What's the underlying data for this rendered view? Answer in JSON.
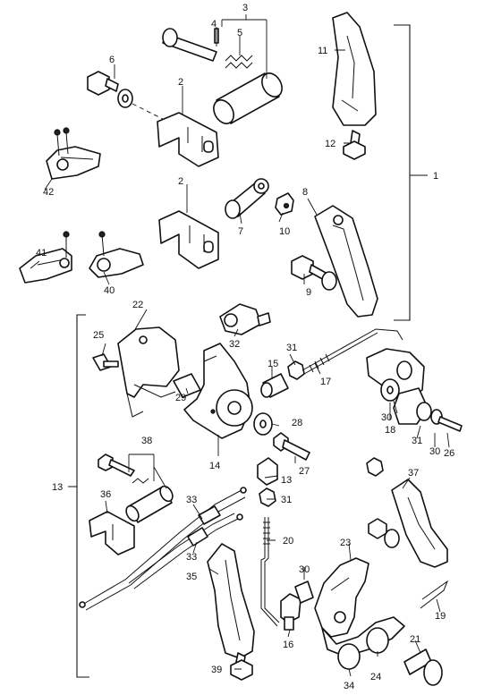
{
  "callouts": {
    "c1": "1",
    "c2a": "2",
    "c2b": "2",
    "c3": "3",
    "c4": "4",
    "c5": "5",
    "c6": "6",
    "c7": "7",
    "c8": "8",
    "c9": "9",
    "c10": "10",
    "c11": "11",
    "c12": "12",
    "c13a": "13",
    "c13b": "13",
    "c14": "14",
    "c15": "15",
    "c16": "16",
    "c17": "17",
    "c18": "18",
    "c19": "19",
    "c20": "20",
    "c21": "21",
    "c22": "22",
    "c23": "23",
    "c24": "24",
    "c25": "25",
    "c26": "26",
    "c27": "27",
    "c28": "28",
    "c29": "29",
    "c30a": "30",
    "c30b": "30",
    "c30c": "30",
    "c31a": "31",
    "c31b": "31",
    "c31c": "31",
    "c32": "32",
    "c33a": "33",
    "c33b": "33",
    "c34": "34",
    "c35": "35",
    "c36": "36",
    "c37": "37",
    "c38": "38",
    "c39": "39",
    "c40": "40",
    "c41": "41",
    "c42": "42"
  },
  "colors": {
    "line": "#111111",
    "background": "#ffffff"
  }
}
